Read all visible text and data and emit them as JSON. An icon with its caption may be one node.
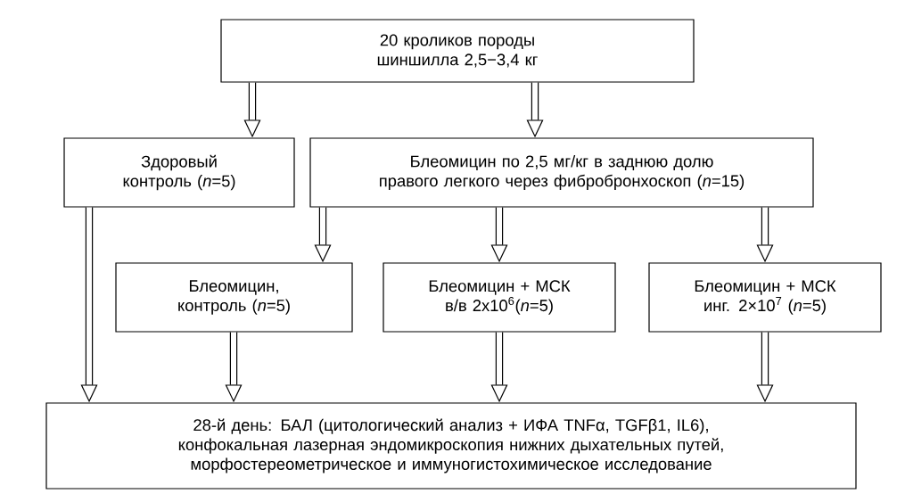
{
  "diagram": {
    "nodes": [
      {
        "text": [
          "20 кроликов породы шиншилла 2,5−3,4 кг"
        ]
      },
      {
        "text": [
          "Здоровый контроль (*n*=5)"
        ]
      },
      {
        "text": [
          "Блеомицин по 2,5 мг/кг в заднюю долю правого легкого через фибробронхоскоп (*n*=15)"
        ]
      },
      {
        "text": [
          "Блеомицин, контроль (*n*=5)"
        ]
      },
      {
        "text": [
          "Блеомицин + МСК в/в 2x10$^{6}$(*n*=5)"
        ]
      },
      {
        "text": [
          "Блеомицин + МСК инг. 2×10$^{7}$ (*n*=5)"
        ]
      },
      {
        "text": [
          "28-й день: БАЛ (цитологический анализ + ИФА TNFα, TGFβ1, IL6), конфокальная лазерная эндомикроскопия нижних дыхательных путей, морфостереометрическое и иммуногистохимическое исследование"
        ]
      }
    ],
    "edges": [
      {
        "from": 0,
        "to": 1,
        "arrow": "to"
      },
      {
        "from": 0,
        "to": 2,
        "arrow": "to"
      },
      {
        "from": 2,
        "to": 3,
        "arrow": "to"
      },
      {
        "from": 2,
        "to": 4,
        "arrow": "to"
      },
      {
        "from": 2,
        "to": 5,
        "arrow": "to"
      },
      {
        "from": 1,
        "to": 6,
        "arrow": "to"
      },
      {
        "from": 3,
        "to": 6,
        "arrow": "to"
      },
      {
        "from": 4,
        "to": 6,
        "arrow": "to"
      },
      {
        "from": 5,
        "to": 6,
        "arrow": "to"
      }
    ]
  }
}
